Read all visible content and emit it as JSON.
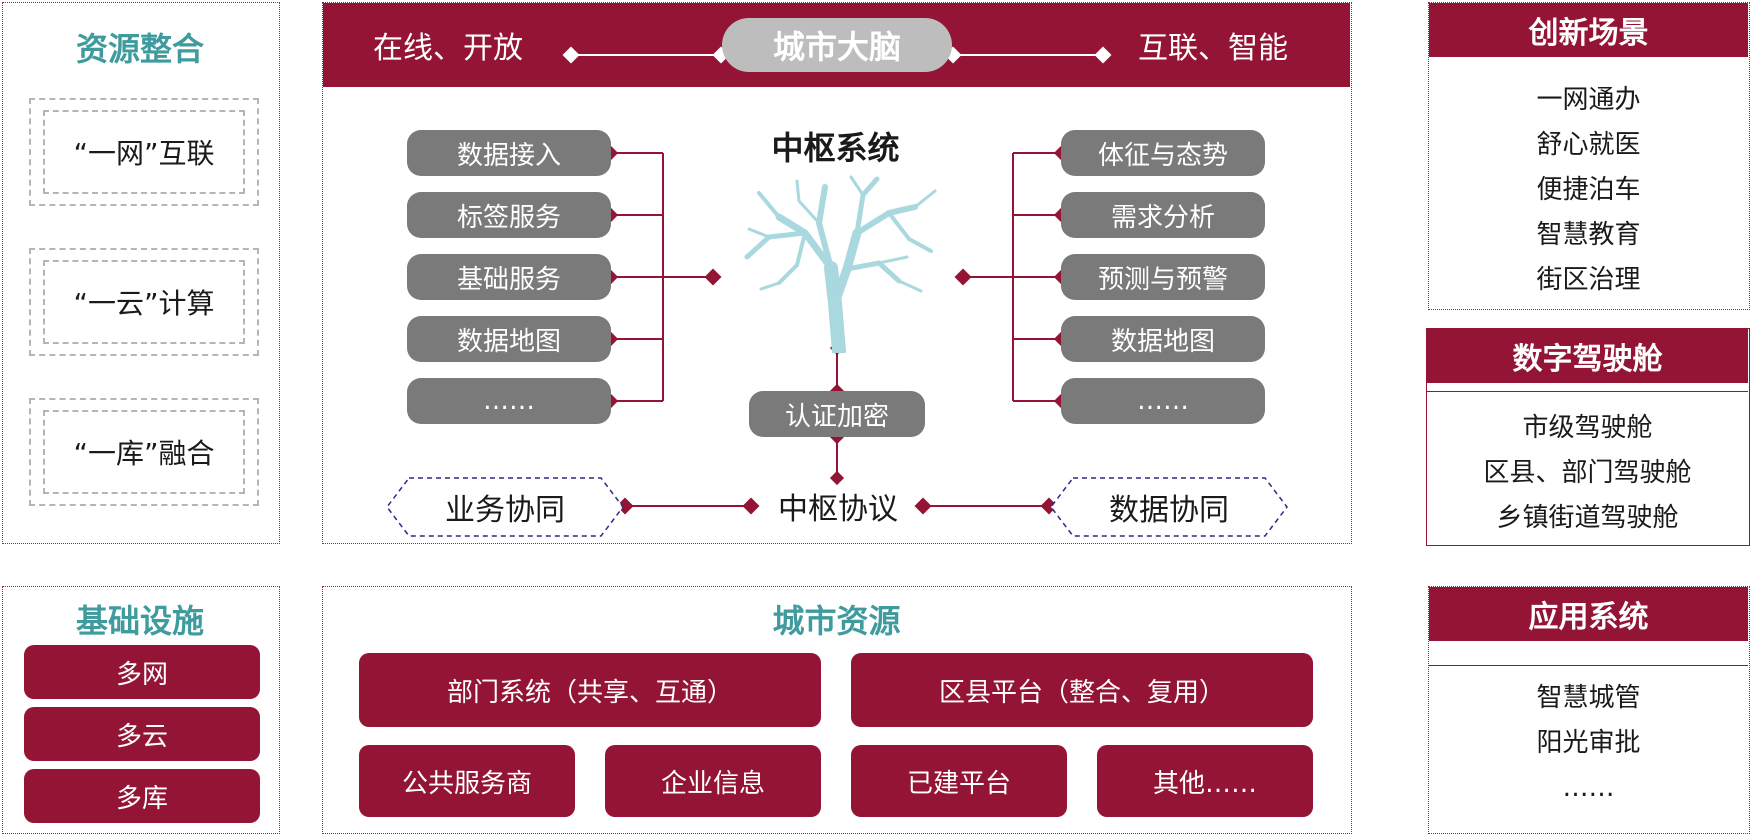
{
  "left_panel": {
    "title": "资源整合",
    "items": [
      "“一网”互联",
      "“一云”计算",
      "“一库”融合"
    ]
  },
  "brain_header": {
    "left_text": "在线、开放",
    "center_text": "城市大脑",
    "right_text": "互联、智能"
  },
  "center": {
    "title": "中枢系统",
    "left_pills": [
      "数据接入",
      "标签服务",
      "基础服务",
      "数据地图",
      "……"
    ],
    "right_pills": [
      "体征与态势",
      "需求分析",
      "预测与预警",
      "数据地图",
      "……"
    ],
    "auth": "认证加密",
    "protocol": "中枢协议",
    "left_hex": "业务协同",
    "right_hex": "数据协同"
  },
  "innovation": {
    "title": "创新场景",
    "items": [
      "一网通办",
      "舒心就医",
      "便捷泊车",
      "智慧教育",
      "街区治理"
    ]
  },
  "cockpit": {
    "title": "数字驾驶舱",
    "items": [
      "市级驾驶舱",
      "区县、部门驾驶舱",
      "乡镇街道驾驶舱"
    ]
  },
  "infrastructure": {
    "title": "基础设施",
    "items": [
      "多网",
      "多云",
      "多库"
    ]
  },
  "city_resources": {
    "title": "城市资源",
    "row1": [
      "部门系统（共享、互通）",
      "区县平台（整合、复用）"
    ],
    "row2": [
      "公共服务商",
      "企业信息",
      "已建平台",
      "其他……"
    ]
  },
  "app_system": {
    "title": "应用系统",
    "items": [
      "智慧城管",
      "阳光审批",
      "……"
    ]
  },
  "colors": {
    "maroon": "#931434",
    "teal": "#3f9b9e",
    "gray_pill": "#7a7a7a",
    "tree": "#a9d8df",
    "hex_border": "#2a2a8a"
  }
}
